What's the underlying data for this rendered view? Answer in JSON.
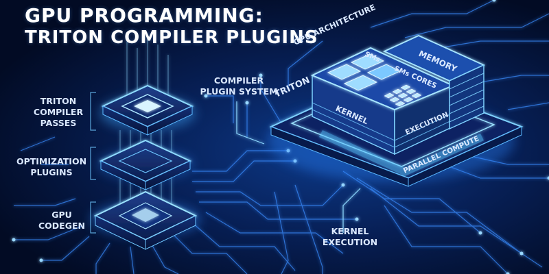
{
  "title": {
    "line1": "GPU PROGRAMMING:",
    "line2": "TRITON COMPILER PLUGINS"
  },
  "stack_labels": {
    "passes": [
      "TRITON",
      "COMPILER",
      "PASSES"
    ],
    "optimization": [
      "OPTIMIZATION",
      "PLUGINS"
    ],
    "codegen": [
      "GPU",
      "CODEGEN"
    ]
  },
  "callouts": {
    "compiler_plugin_system": [
      "COMPILER",
      "PLUGIN SYSTEM"
    ],
    "kernel_execution": [
      "KERNEL",
      "EXECUTION"
    ]
  },
  "gpu_block": {
    "architecture": "GPU ARCHITECTURE",
    "triton": "TRITON",
    "sms_1": "SMs",
    "sms_2": "SMs",
    "cores": "CORES",
    "memory": "MEMORY",
    "kernel": "KERNEL",
    "execution": "EXECUTION",
    "parallel_compute": "PARALLEL COMPUTE"
  },
  "colors": {
    "background": "#061a4a",
    "glow": "#6fd0ff",
    "text": "#dbe9ff"
  }
}
